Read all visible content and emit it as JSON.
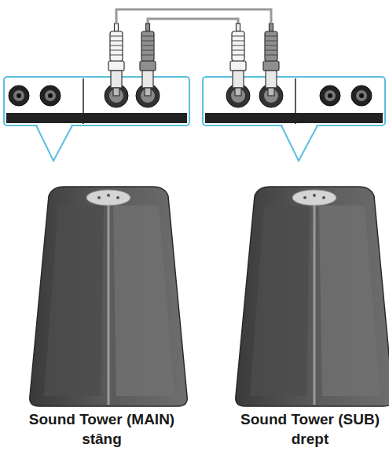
{
  "diagram": {
    "nodes": [
      {
        "text": [
          "Sound Tower (MAIN)",
          "stâng"
        ]
      },
      {
        "text": [
          "Sound Tower (SUB)",
          "drept"
        ]
      }
    ],
    "edges": [
      {
        "from": 0,
        "to": 1,
        "arrow": "none"
      }
    ]
  }
}
